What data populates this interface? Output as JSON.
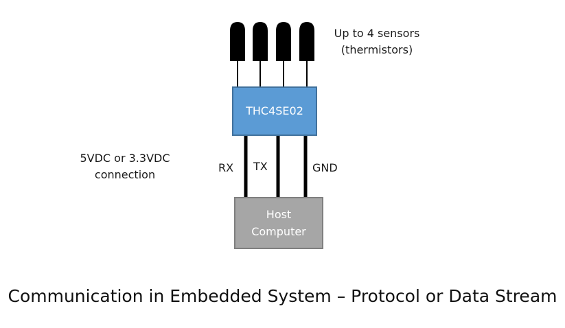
{
  "diagram": {
    "sensor_note": {
      "line1": "Up to 4 sensors",
      "line2": "(thermistors)"
    },
    "module_label": "THC4SE02",
    "power_note": {
      "line1": "5VDC or 3.3VDC",
      "line2": "connection"
    },
    "wire_labels": {
      "rx": "RX",
      "tx": "TX",
      "gnd": "GND"
    },
    "host": {
      "line1": "Host",
      "line2": "Computer"
    },
    "caption": "Communication in Embedded System – Protocol or Data Stream"
  },
  "colors": {
    "module_fill": "#5b9bd5",
    "module_border": "#41719c",
    "host_fill": "#a6a6a6",
    "host_border": "#7f7f7f",
    "wire": "#000000",
    "sensor": "#000000"
  },
  "icons": {
    "sensor": "thermistor-probe-icon"
  }
}
